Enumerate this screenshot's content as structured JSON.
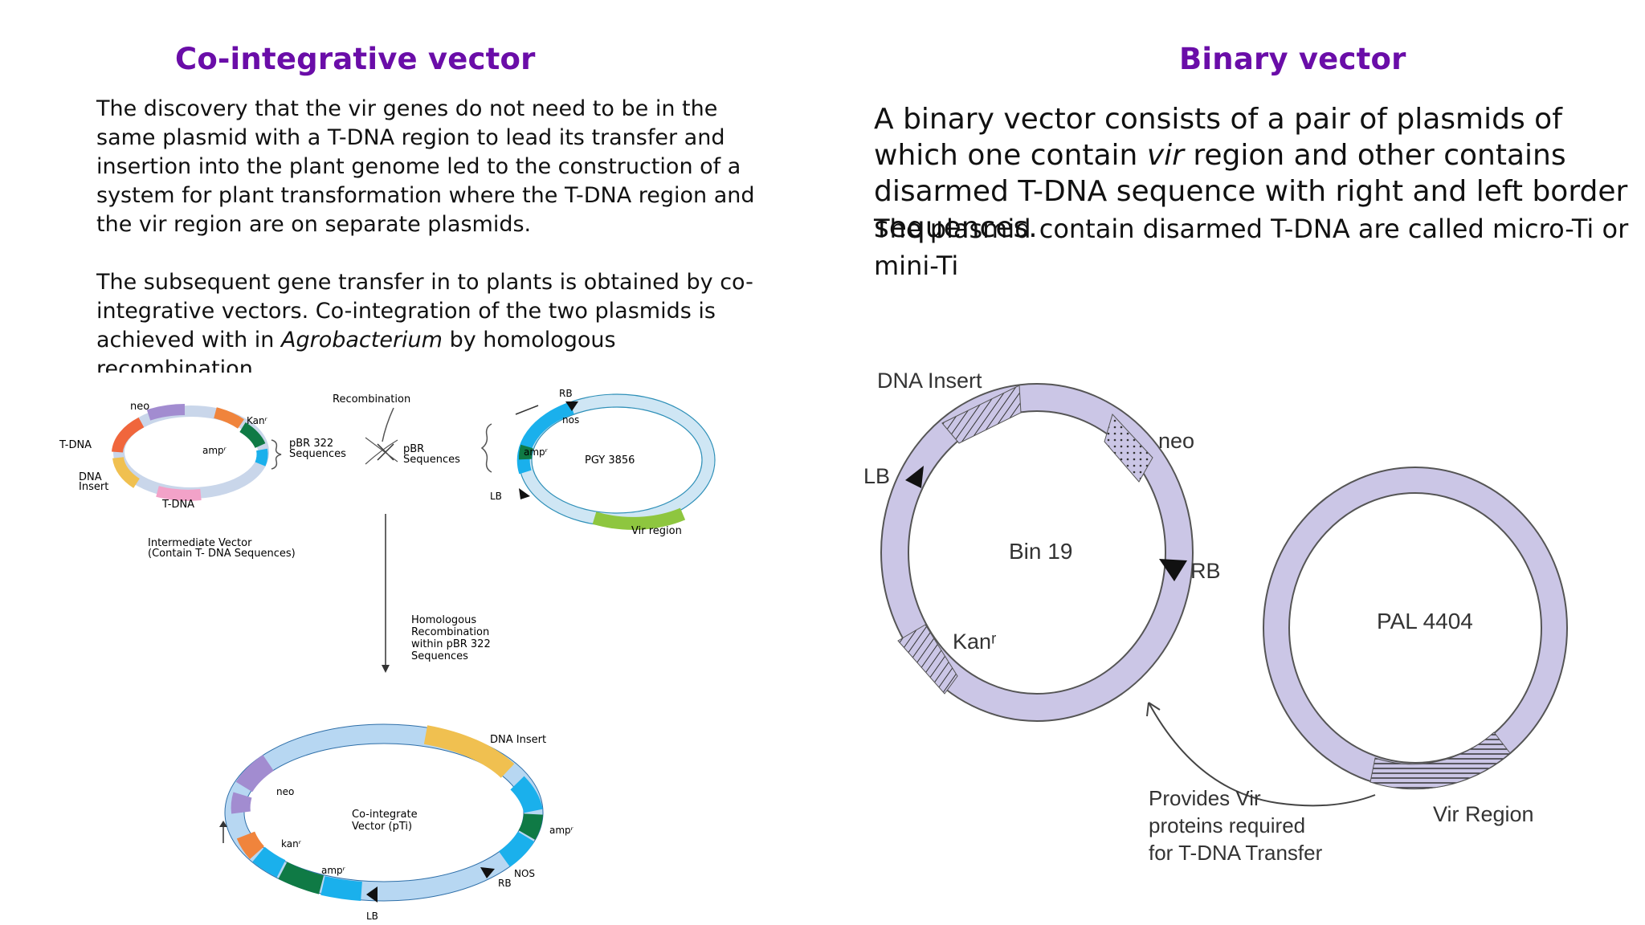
{
  "left": {
    "title": "Co-integrative vector",
    "para1": "The discovery that the vir genes do not need to be in the same plasmid with a T-DNA region to lead its transfer and insertion into the plant genome led to the construction of a system for plant transformation where the T-DNA region and the vir region are on separate plasmids.",
    "para2_a": "The subsequent gene transfer in to plants is obtained by co-integrative vectors. Co-integration of the two plasmids is achieved with in ",
    "para2_italic": "Agrobacterium",
    "para2_b": " by homologous recombination.",
    "diagram": {
      "intermediate": {
        "neo": "neo",
        "kan": "Kanʳ",
        "amp": "ampʳ",
        "tdna_left": "T-DNA",
        "dna_insert_1": "DNA",
        "dna_insert_2": "Insert",
        "tdna_bottom": "T-DNA",
        "caption1": "Intermediate Vector",
        "caption2": "(Contain T- DNA Sequences)"
      },
      "pbr322_1": "pBR 322",
      "pbr322_2": "Sequences",
      "recombination": "Recombination",
      "pbr_1": "pBR",
      "pbr_2": "Sequences",
      "pgy": {
        "rb": "RB",
        "nos": "nos",
        "amp": "ampʳ",
        "name": "PGY 3856",
        "lb": "LB",
        "vir": "Vir region"
      },
      "homologous": [
        "Homologous",
        "Recombination",
        "within pBR 322",
        "Sequences"
      ],
      "cointegrate": {
        "dna_insert": "DNA Insert",
        "neo": "neo",
        "name1": "Co-integrate",
        "name2": "Vector (pTi)",
        "kan": "kanʳ",
        "amp_right": "ampʳ",
        "amp_bottom": "ampʳ",
        "nos": "NOS",
        "rb": "RB",
        "lb": "LB"
      }
    }
  },
  "right": {
    "title": "Binary vector",
    "para1_a": "A binary vector consists of a pair of plasmids of which one contain ",
    "para1_italic": "vir",
    "para1_b": " region and other contains disarmed T-DNA sequence with right and left border sequences.",
    "para2": "The plasmid contain disarmed T-DNA are called micro-Ti or mini-Ti",
    "diagram": {
      "dna_insert": "DNA Insert",
      "neo": "neo",
      "lb": "LB",
      "bin": "Bin 19",
      "rb": "RB",
      "kan": "Kanʳ",
      "pal": "PAL 4404",
      "vir_region": "Vir Region",
      "provides": [
        "Provides Vir",
        "proteins required",
        "for T-DNA Transfer"
      ]
    }
  },
  "colors": {
    "title": "#6a0da8",
    "ring": "#cbc6e6",
    "blue": "#1ab0ec",
    "green": "#0f7a45",
    "orange": "#f0843c",
    "purple": "#a28cd0",
    "gold": "#f0c050",
    "lightblue": "#b7d7f2"
  }
}
